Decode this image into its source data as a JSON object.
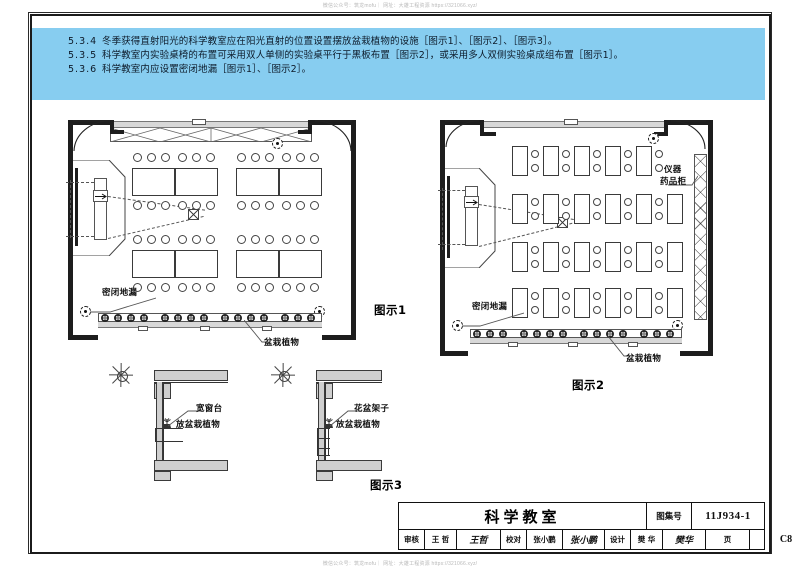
{
  "watermark": {
    "top": "微信公众号：筑龙mofu｜  网址：大雄工程资源 https://321066.xyz/",
    "bottom": "微信公众号：筑龙mofu｜  网址：大雄工程资源 https://321066.xyz/"
  },
  "notes": [
    {
      "number": "5.3.4",
      "text": "冬季获得直射阳光的科学教室应在阳光直射的位置设置摆放盆栽植物的设施［图示1］、［图示2］、［图示3］。"
    },
    {
      "number": "5.3.5",
      "text": "科学教室内实验桌椅的布置可采用双人单侧的实验桌平行于黑板布置［图示2］，或采用多人双侧实验桌成组布置［图示1］。"
    },
    {
      "number": "5.3.6",
      "text": "科学教室内应设置密闭地漏［图示1］、［图示2］。"
    }
  ],
  "figures": {
    "fig1": {
      "caption": "图示1",
      "labels": {
        "floor_drain": "密闭地漏",
        "potted_plants": "盆栽植物"
      },
      "layout_desc": "多人双侧实验桌成组布置",
      "desk_groups": 4,
      "seats_per_desk_row": 6
    },
    "fig2": {
      "caption": "图示2",
      "labels": {
        "floor_drain": "密闭地漏",
        "potted_plants": "盆栽植物",
        "instrument_cabinet": "仪器\n药品柜",
        "instrument_cabinet_line1": "仪器",
        "instrument_cabinet_line2": "药品柜"
      },
      "layout_desc": "双人单侧实验桌平行于黑板布置",
      "desk_rows": 4,
      "desks_per_row": 5
    },
    "fig3": {
      "caption": "图示3",
      "left_detail": {
        "label_top": "宽窗台",
        "label_bottom": "放盆栽植物"
      },
      "right_detail": {
        "label_top": "花盆架子",
        "label_bottom": "放盆栽植物"
      }
    }
  },
  "title_block": {
    "drawing_name": "科学教室",
    "atlas_label": "图集号",
    "atlas_number": "11J934-1",
    "page_label": "页",
    "page_number": "C8",
    "reviewer_label": "审核",
    "reviewer_name": "王 哲",
    "reviewer_sign": "王哲",
    "checker_label": "校对",
    "checker_name": "张小鹏",
    "checker_sign": "张小鹏",
    "designer_label": "设计",
    "designer_name": "樊 华",
    "designer_sign": "樊华"
  },
  "colors": {
    "note_band": "#87cdf0",
    "frame": "#1b1b1b",
    "paper": "#ffffff",
    "ink": "#111111",
    "hatch": "#777777"
  }
}
